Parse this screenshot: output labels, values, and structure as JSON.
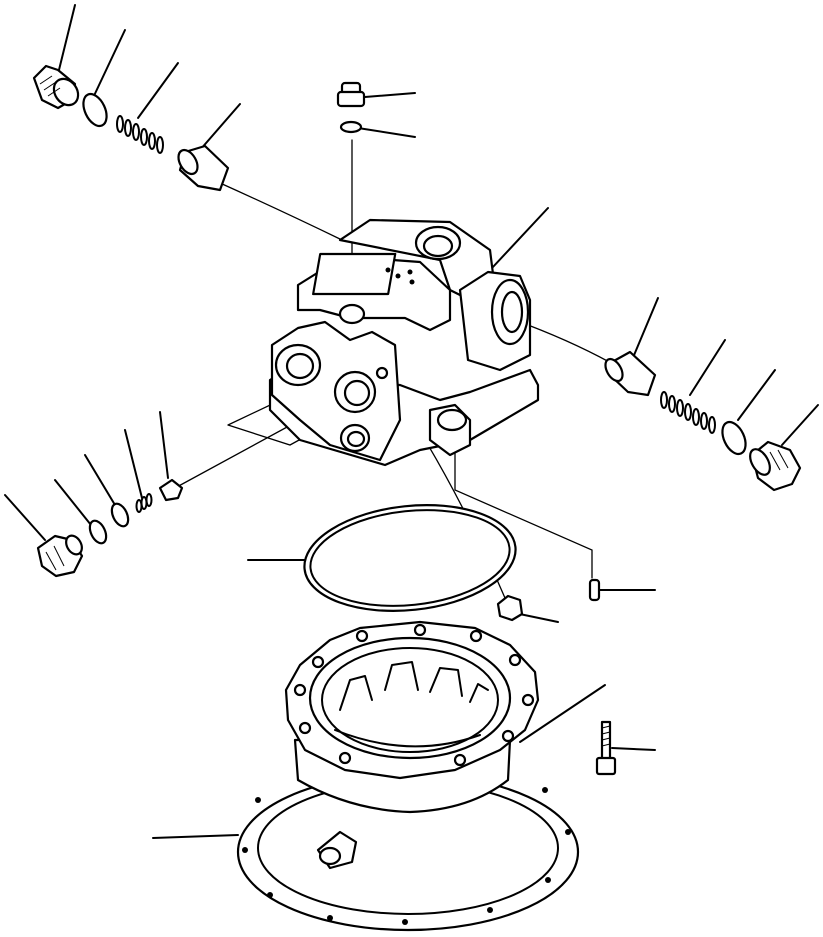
{
  "diagram": {
    "style": "monochrome-line-art",
    "stroke_color": "#000000",
    "background": "#ffffff",
    "parts": [
      "plug-top-left",
      "o-ring-top-left",
      "spring-top-left",
      "spool-top-left",
      "plug-top-center",
      "o-ring-top-center",
      "valve-body",
      "spool-right",
      "spring-right",
      "o-ring-right",
      "plug-right",
      "plug-left",
      "o-ring-left-1",
      "o-ring-left-2",
      "spring-left",
      "poppet-left",
      "large-o-ring",
      "pin",
      "small-plug",
      "bolt",
      "motor-housing"
    ]
  }
}
